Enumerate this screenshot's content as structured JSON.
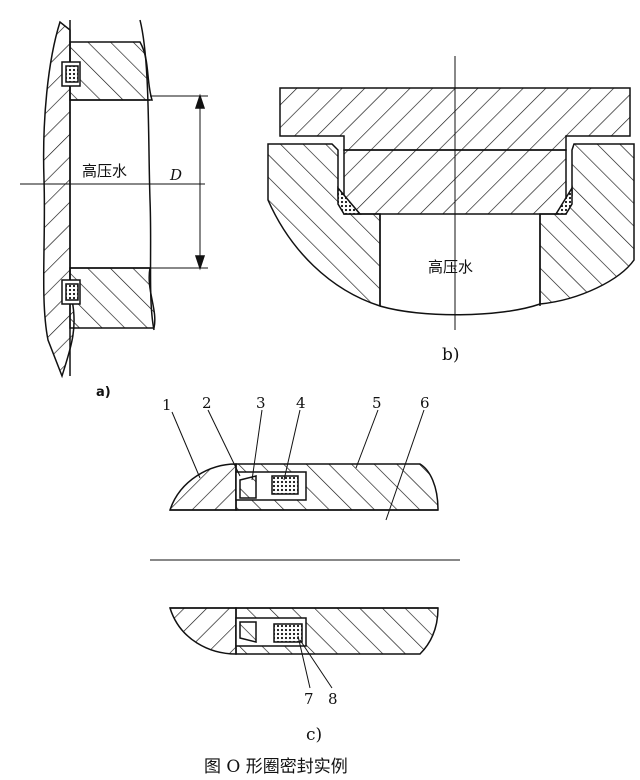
{
  "figure_a": {
    "label": "a)",
    "medium_text": "高压水",
    "dim_text": "D"
  },
  "figure_b": {
    "label": "b)",
    "medium_text": "高压水"
  },
  "figure_c": {
    "label": "c)",
    "part_numbers": [
      "1",
      "2",
      "3",
      "4",
      "5",
      "6",
      "7",
      "8"
    ]
  },
  "caption": "图 O 形圈密封实例",
  "colors": {
    "line": "#111111",
    "background": "#ffffff"
  }
}
